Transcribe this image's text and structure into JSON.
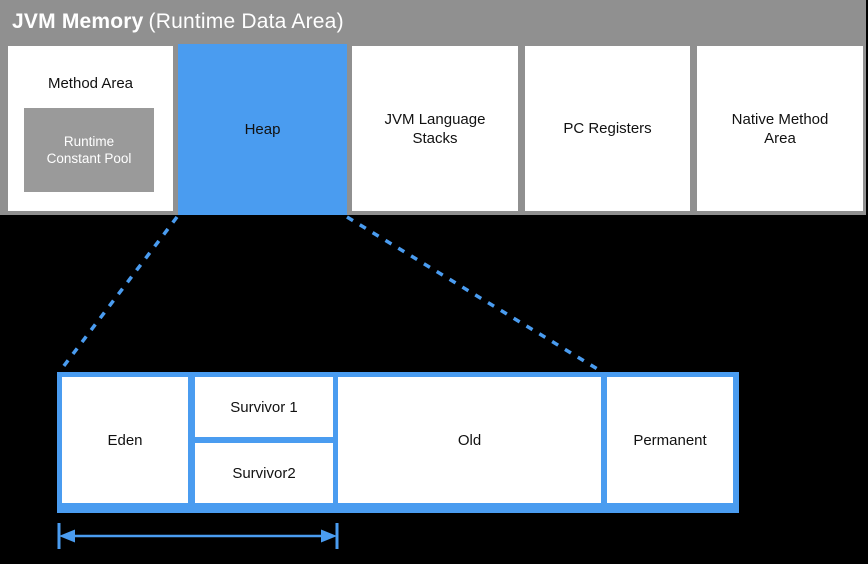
{
  "header": {
    "title_bold": "JVM Memory",
    "title_rest": "(Runtime Data Area)"
  },
  "runtime_area": {
    "method_area": {
      "label": "Method Area",
      "runtime_constant_pool": "Runtime Constant Pool"
    },
    "heap": {
      "label": "Heap"
    },
    "jvm_stacks": {
      "label": "JVM Language Stacks"
    },
    "pc_registers": {
      "label": "PC Registers"
    },
    "native_method_area": {
      "label": "Native Method Area"
    }
  },
  "heap_detail": {
    "eden": "Eden",
    "survivor1": "Survivor 1",
    "survivor2": "Survivor2",
    "old": "Old",
    "permanent": "Permanent"
  },
  "colors": {
    "accent_blue": "#4a9cf0",
    "panel_gray": "#909090",
    "constant_pool_gray": "#9a9a9a",
    "background": "#000000",
    "cell_white": "#ffffff",
    "text_dark": "#111111",
    "text_light": "#ffffff"
  }
}
